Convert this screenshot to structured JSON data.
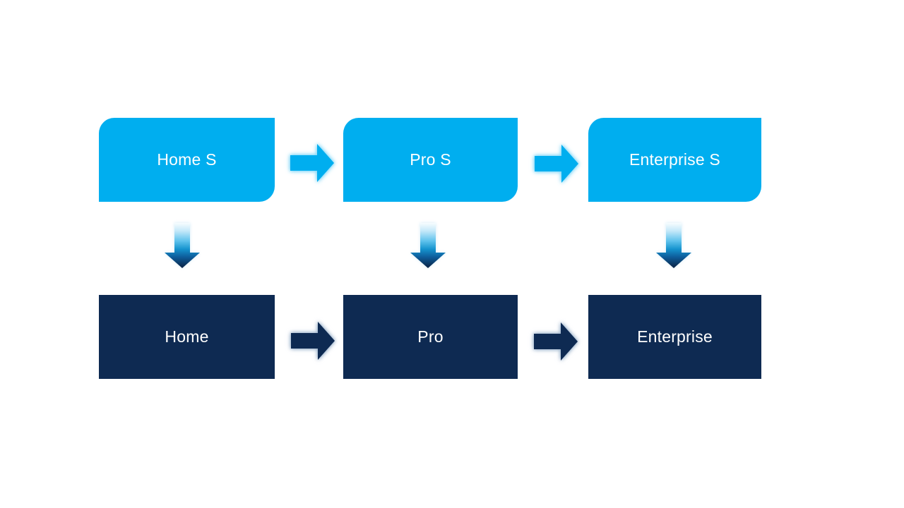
{
  "colors": {
    "background": "#FFFFFF",
    "light_blue": "#00AEEF",
    "dark_navy": "#0E2A52",
    "text_white": "#FFFFFF",
    "light_arrow_glow": "#7DD6F8",
    "dark_arrow_glow": "#8FA9C4",
    "down_arrow_gradient_top": "#F7FCFE",
    "down_arrow_gradient_mid": "#2FA3DC",
    "down_arrow_gradient_bottom": "#0A2142"
  },
  "top_row": {
    "boxes": [
      {
        "label": "Home S"
      },
      {
        "label": "Pro S"
      },
      {
        "label": "Enterprise S"
      }
    ]
  },
  "bottom_row": {
    "boxes": [
      {
        "label": "Home"
      },
      {
        "label": "Pro"
      },
      {
        "label": "Enterprise"
      }
    ]
  },
  "icons": {
    "right_arrow": "right-arrow-icon",
    "down_arrow": "down-arrow-icon"
  }
}
